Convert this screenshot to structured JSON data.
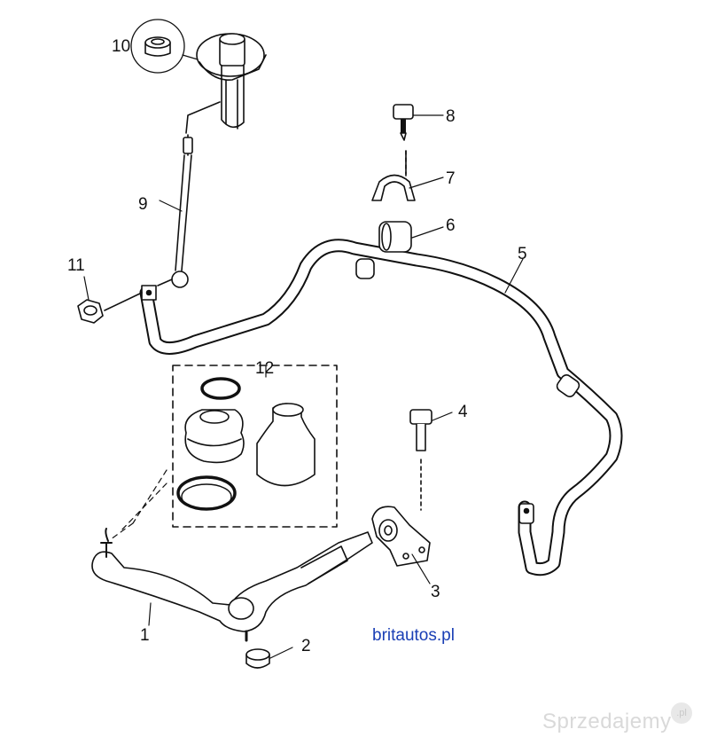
{
  "callouts": [
    {
      "id": "1",
      "label": "1"
    },
    {
      "id": "2",
      "label": "2"
    },
    {
      "id": "3",
      "label": "3"
    },
    {
      "id": "4",
      "label": "4"
    },
    {
      "id": "5",
      "label": "5"
    },
    {
      "id": "6",
      "label": "6"
    },
    {
      "id": "7",
      "label": "7"
    },
    {
      "id": "8",
      "label": "8"
    },
    {
      "id": "9",
      "label": "9"
    },
    {
      "id": "10",
      "label": "10"
    },
    {
      "id": "11",
      "label": "11"
    },
    {
      "id": "12",
      "label": "12"
    }
  ],
  "brand_text": "britautos.pl",
  "watermark": {
    "text": "Sprzedajemy",
    "badge": ".pl"
  },
  "colors": {
    "line": "#111111",
    "part_fill": "#ffffff",
    "brand": "#1a3fb5",
    "watermark": "#d9d9d9"
  }
}
